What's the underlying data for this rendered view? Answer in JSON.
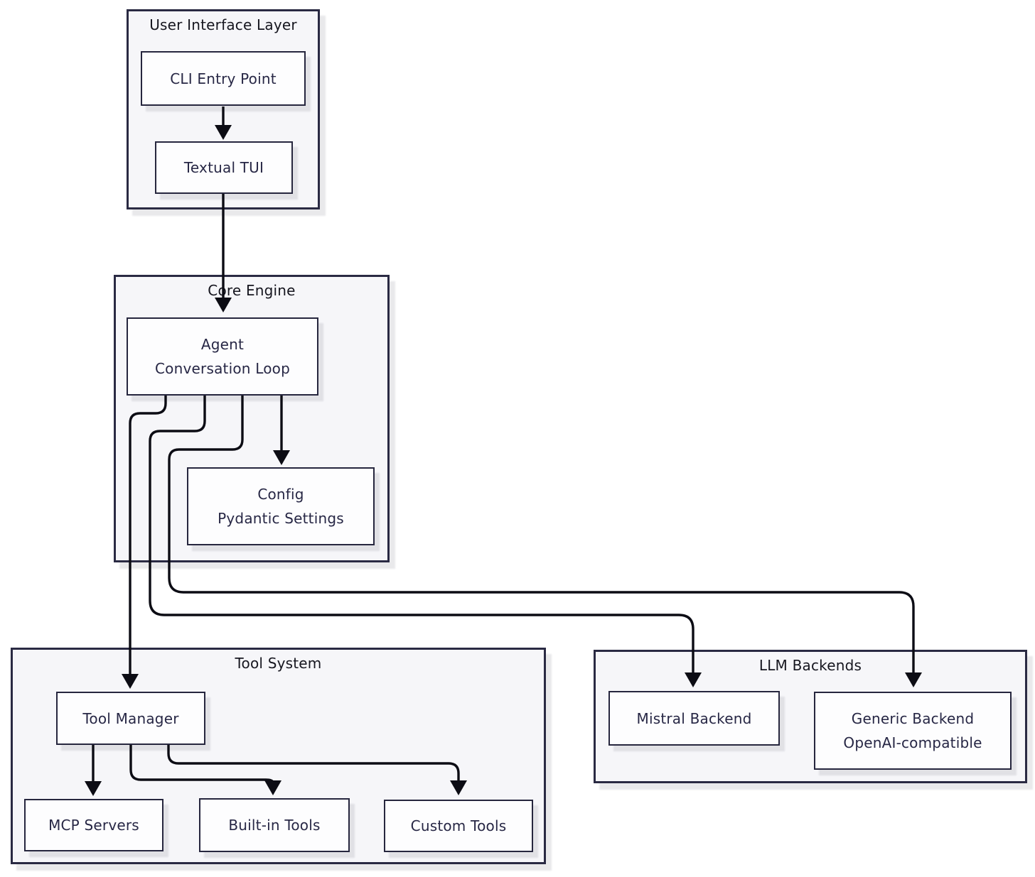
{
  "diagram": {
    "type": "architecture-flowchart",
    "colors": {
      "page_background": "#ffffff",
      "container_fill": "#f6f6f9",
      "container_border": "#2a2a43",
      "node_fill": "#fdfdfe",
      "node_border": "#26263e",
      "text": "#272745",
      "title_text": "#16161f",
      "edge": "#0c0c14"
    },
    "containers": {
      "user_interface_layer": {
        "title": "User Interface Layer"
      },
      "core_engine": {
        "title": "Core Engine"
      },
      "tool_system": {
        "title": "Tool System"
      },
      "llm_backends": {
        "title": "LLM Backends"
      }
    },
    "nodes": {
      "cli_entry_point": {
        "lines": [
          "CLI Entry Point"
        ]
      },
      "textual_tui": {
        "lines": [
          "Textual TUI"
        ]
      },
      "agent_conversation_loop": {
        "lines": [
          "Agent",
          "Conversation Loop"
        ]
      },
      "config_pydantic_settings": {
        "lines": [
          "Config",
          "Pydantic Settings"
        ]
      },
      "tool_manager": {
        "lines": [
          "Tool Manager"
        ]
      },
      "mcp_servers": {
        "lines": [
          "MCP Servers"
        ]
      },
      "built_in_tools": {
        "lines": [
          "Built-in Tools"
        ]
      },
      "custom_tools": {
        "lines": [
          "Custom Tools"
        ]
      },
      "mistral_backend": {
        "lines": [
          "Mistral Backend"
        ]
      },
      "generic_backend": {
        "lines": [
          "Generic Backend",
          "OpenAI-compatible"
        ]
      }
    },
    "edges": [
      {
        "from": "cli_entry_point",
        "to": "textual_tui"
      },
      {
        "from": "textual_tui",
        "to": "agent_conversation_loop"
      },
      {
        "from": "agent_conversation_loop",
        "to": "config_pydantic_settings"
      },
      {
        "from": "agent_conversation_loop",
        "to": "tool_manager"
      },
      {
        "from": "agent_conversation_loop",
        "to": "mistral_backend"
      },
      {
        "from": "agent_conversation_loop",
        "to": "generic_backend"
      },
      {
        "from": "tool_manager",
        "to": "mcp_servers"
      },
      {
        "from": "tool_manager",
        "to": "built_in_tools"
      },
      {
        "from": "tool_manager",
        "to": "custom_tools"
      }
    ]
  }
}
